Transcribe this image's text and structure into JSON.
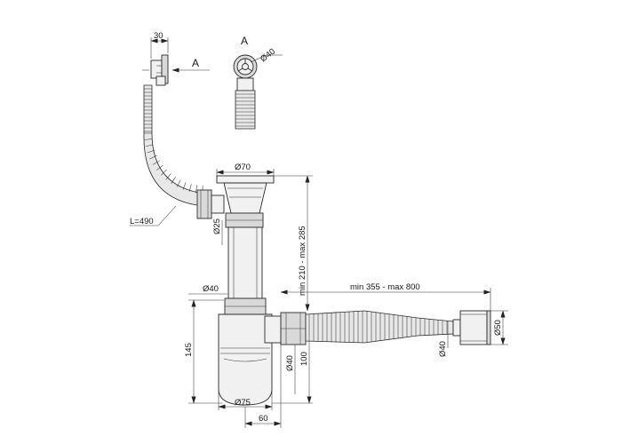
{
  "dimensions": {
    "top_width": "30",
    "view_letter": "A",
    "view_arrow_letter": "A",
    "view_diameter": "Ø40",
    "flex_length": "L=490",
    "bowl_diameter": "Ø70",
    "tube_diameter": "Ø25",
    "height_range": "min 210 - max 285",
    "inlet_diameter": "Ø40",
    "length_range": "min 355 - max 800",
    "trap_height": "145",
    "trap_outlet_diameter": "Ø40",
    "outlet_height": "100",
    "hose_diameter": "Ø40",
    "end_diameter": "Ø50",
    "trap_width": "Ø75",
    "offset": "60"
  }
}
